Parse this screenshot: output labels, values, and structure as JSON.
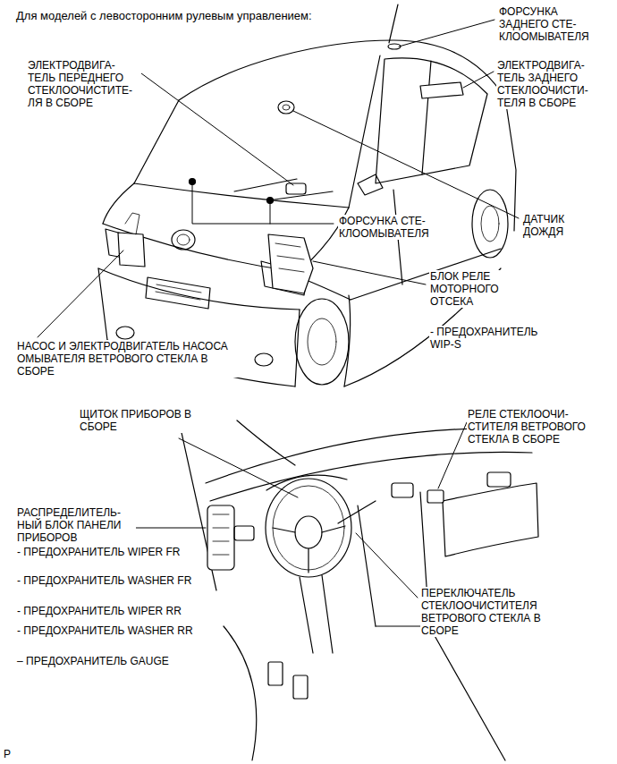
{
  "diagram": {
    "title": "Для моделей с левосторонним рулевым управлением:",
    "labels": [
      "ФОРСУНКА ЗАДНЕГО СТЕ- КЛООМЫВАТЕЛЯ",
      "ЭЛЕКТРОДВИГА- ТЕЛЬ ПЕРЕДНЕГО СТЕКЛООЧИСТИТЕ- ЛЯ В СБОРЕ",
      "ЭЛЕКТРОДВИГА- ТЕЛЬ ЗАДНЕГО СТЕКЛООЧИСТИ- ТЕЛЯ В СБОРЕ",
      "ФОРСУНКА СТЕ- КЛООМЫВАТЕЛЯ",
      "ДАТЧИК ДОЖДЯ",
      "БЛОК РЕЛЕ МОТОРНОГО ОТСЕКА",
      "- ПРЕДОХРАНИТЕЛЬ WIP-S",
      "НАСОС И ЭЛЕКТРОДВИГАТЕЛЬ НАСОСА ОМЫВАТЕЛЯ ВЕТРОВОГО СТЕКЛА В СБОРЕ",
      "ЩИТОК ПРИБОРОВ В СБОРЕ",
      "РЕЛЕ СТЕКЛООЧИ- СТИТЕЛЯ ВЕТРОВОГО СТЕКЛА В СБОРЕ",
      "РАСПРЕДЕЛИТЕЛЬ- НЫЙ БЛОК ПАНЕЛИ ПРИБОРОВ",
      "- ПРЕДОХРАНИТЕЛЬ WIPER FR",
      "- ПРЕДОХРАНИТЕЛЬ WASHER FR",
      "- ПРЕДОХРАНИТЕЛЬ WIPER RR",
      "- ПРЕДОХРАНИТЕЛЬ WASHER RR",
      "– ПРЕДОХРАНИТЕЛЬ GAUGE",
      "ПЕРЕКЛЮЧАТЕЛЬ СТЕКЛООЧИСТИТЕЛЯ ВЕТРОВОГО СТЕКЛА В СБОРЕ",
      "P"
    ]
  }
}
